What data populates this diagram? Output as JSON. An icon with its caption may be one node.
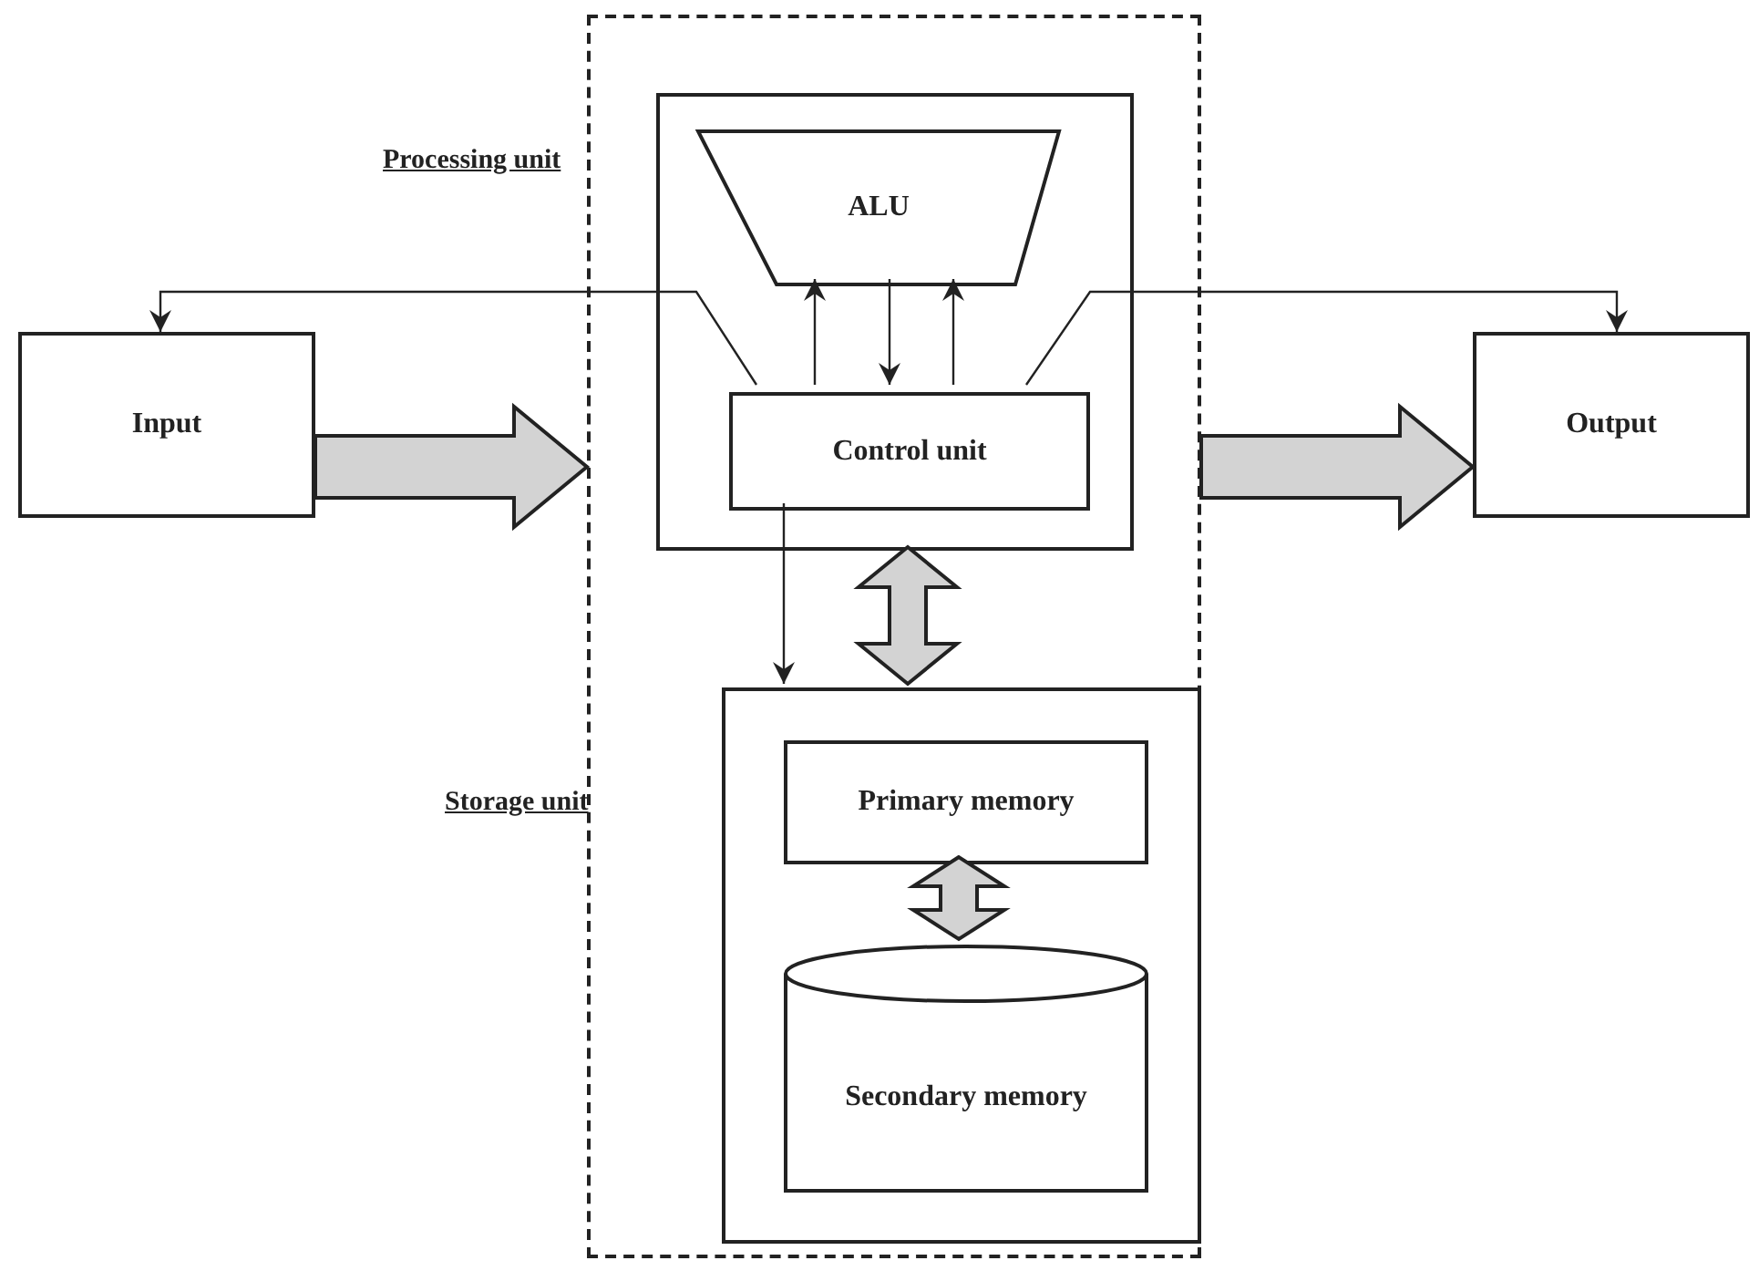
{
  "diagram": {
    "nodes": [
      {
        "text": [
          "Input"
        ]
      },
      {
        "text": [],
        "shape": "box"
      },
      {
        "text": [
          "Processing unit"
        ],
        "in": 1
      },
      {
        "text": [
          "ALU"
        ],
        "in": 2
      },
      {
        "text": [
          "Control unit"
        ],
        "in": 2
      },
      {
        "text": [
          "Storage unit"
        ],
        "in": 1
      },
      {
        "text": [
          "Primary memory"
        ],
        "in": 5
      },
      {
        "text": [
          "Secondary memory"
        ],
        "in": 5
      },
      {
        "text": [
          "Output"
        ]
      }
    ],
    "edges": [
      {
        "from": 0,
        "to": 1,
        "arrow": "to",
        "style": "thick"
      },
      {
        "from": 1,
        "to": 8,
        "arrow": "to",
        "style": "thick"
      },
      {
        "from": 4,
        "to": 0,
        "arrow": "to"
      },
      {
        "from": 4,
        "to": 8,
        "arrow": "to"
      },
      {
        "from": 4,
        "to": 3,
        "arrow": "to"
      },
      {
        "from": 3,
        "to": 4,
        "arrow": "to"
      },
      {
        "from": 4,
        "to": 3,
        "arrow": "to"
      },
      {
        "from": 4,
        "to": 5,
        "arrow": "to"
      },
      {
        "from": 2,
        "to": 5,
        "arrow": "both",
        "style": "thick"
      },
      {
        "from": 6,
        "to": 7,
        "arrow": "both",
        "style": "thick"
      }
    ]
  }
}
